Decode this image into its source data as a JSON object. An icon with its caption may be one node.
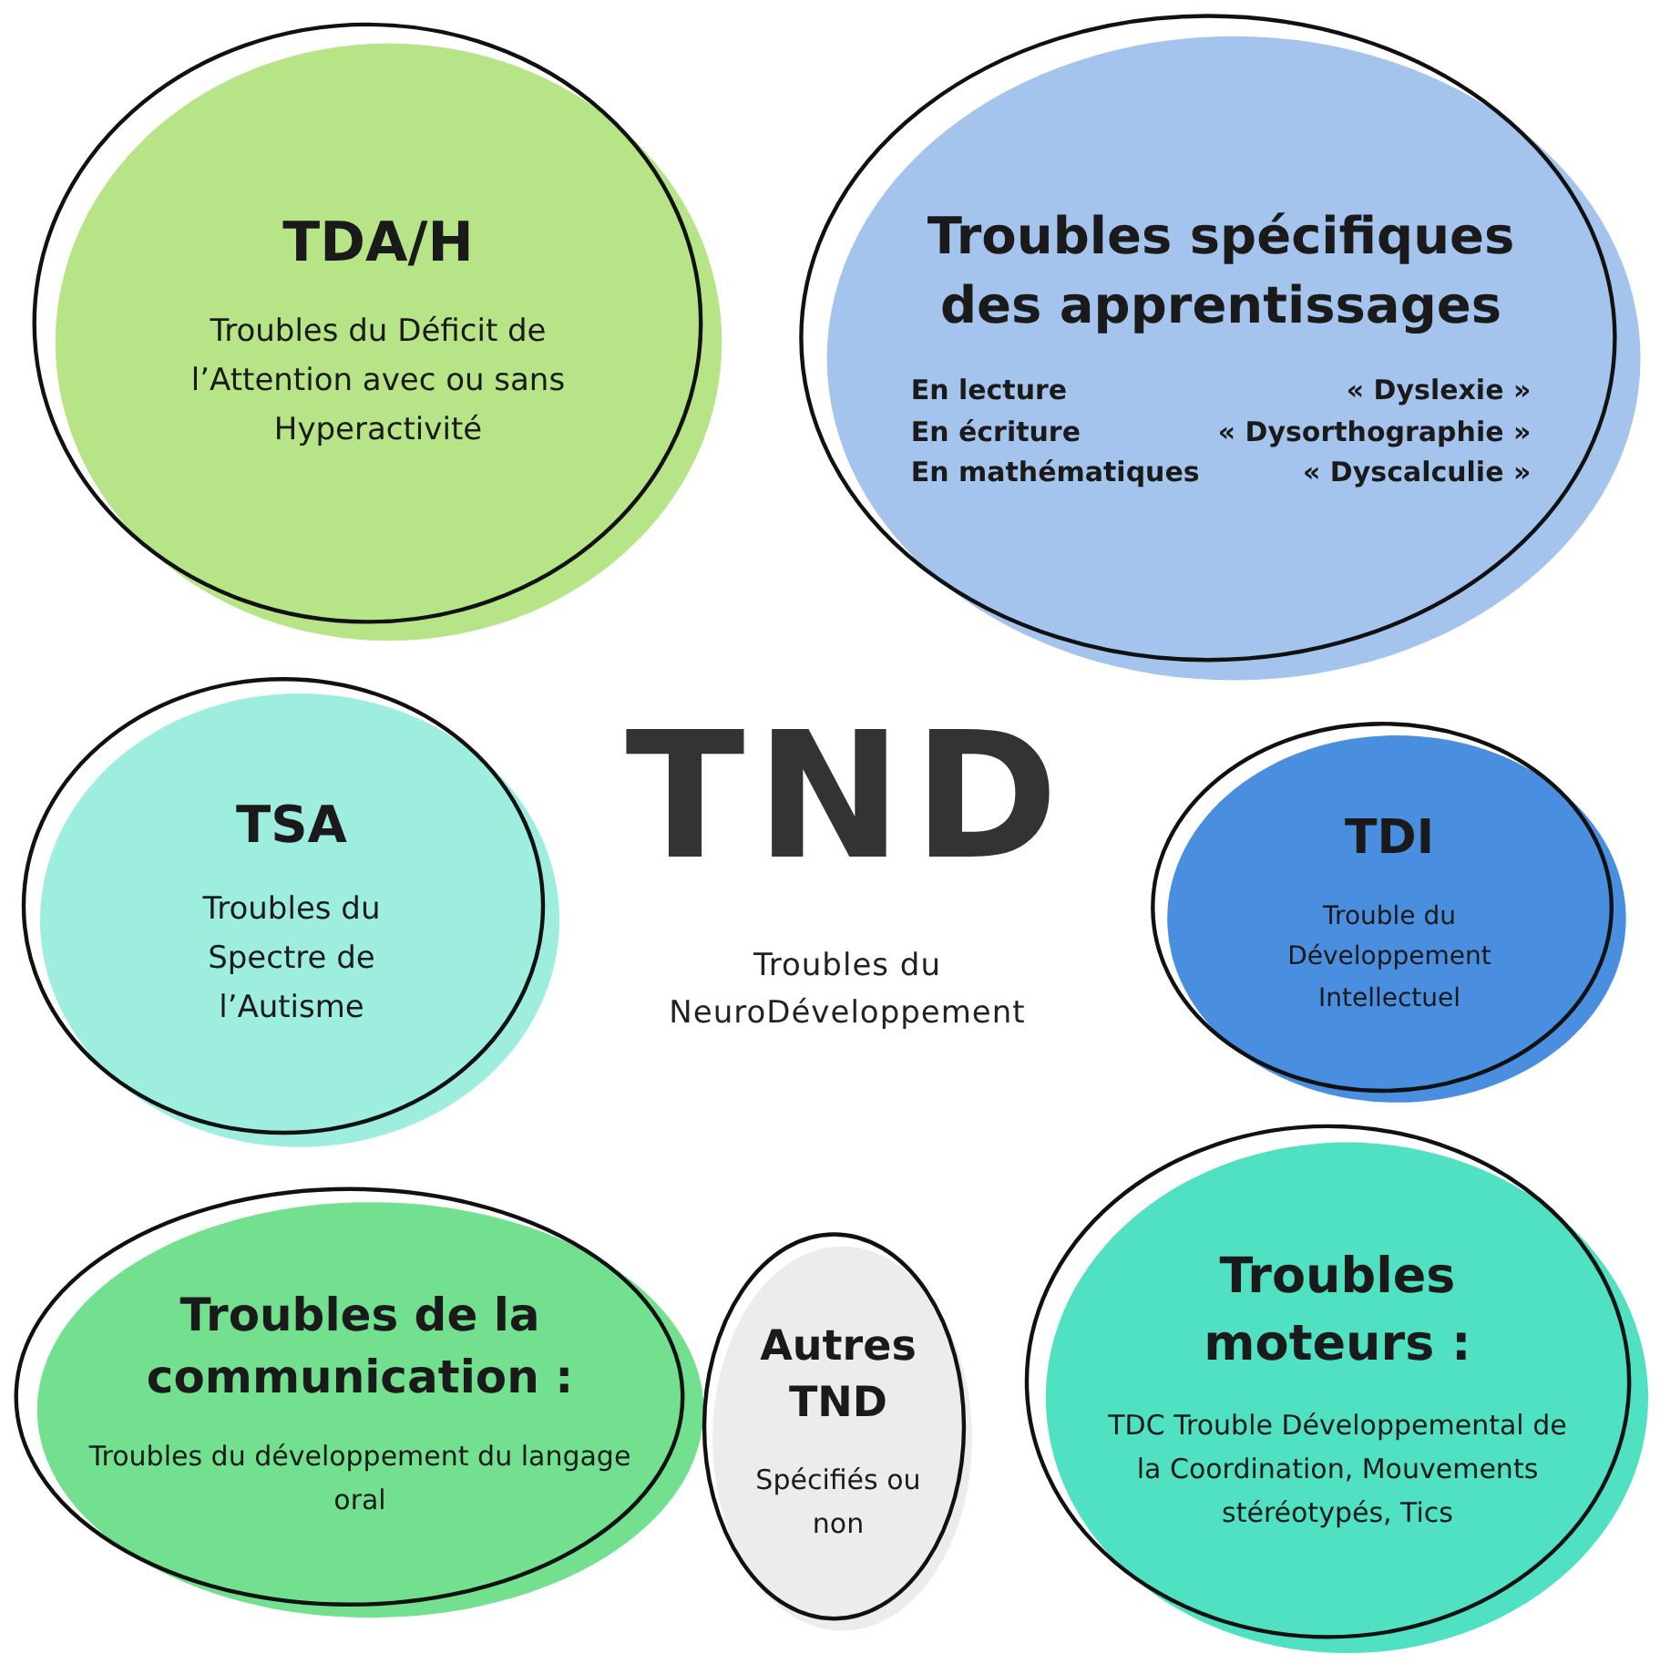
{
  "diagram": {
    "nodes": [
      {
        "text": [
          "TDA/H",
          "Troubles du Déficit de l’Attention avec ou sans Hyperactivité"
        ]
      },
      {
        "text": [
          "Troubles spécifiques des apprentissages",
          "En lecture",
          "« Dyslexie »",
          "En écriture",
          "« Dysorthographie »",
          "En mathématiques",
          "« Dyscalculie »"
        ]
      },
      {
        "text": [
          "TSA",
          "Troubles du Spectre de l’Autisme"
        ]
      },
      {
        "text": [
          "TDI",
          "Trouble du Développement Intellectuel"
        ]
      },
      {
        "text": [
          "Troubles de la communication :",
          "Troubles du développement du langage oral"
        ]
      },
      {
        "text": [
          "Autres TND",
          "Spécifiés ou non"
        ]
      },
      {
        "text": [
          "Troubles moteurs :",
          "TDC Trouble Développemental de la Coordination, Mouvements stéréotypés, Tics"
        ]
      }
    ],
    "labels": [
      "TND",
      "Troubles du NeuroDéveloppement"
    ]
  }
}
